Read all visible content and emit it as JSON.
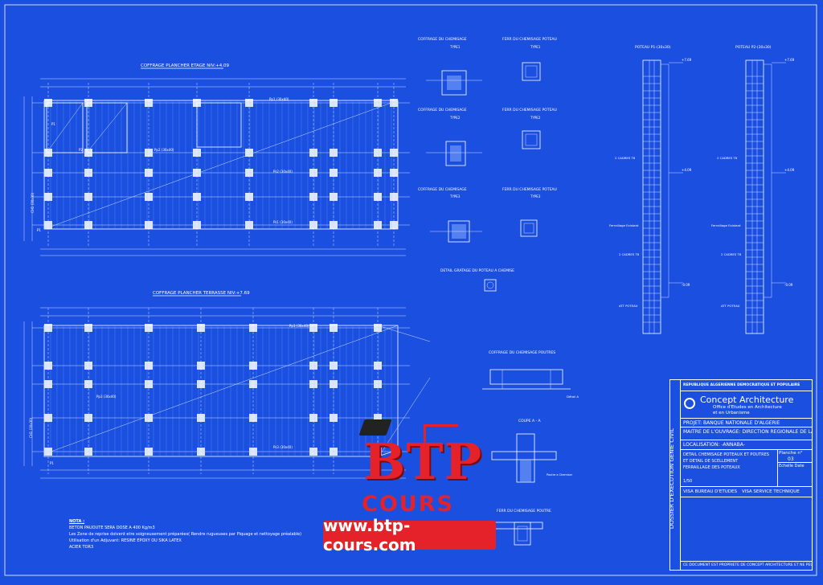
{
  "titles": {
    "plan_etage": "COFFRAGE PLANCHER ETAGE NIV:+4.09",
    "plan_terrasse": "COFFRAGE PLANCHER TERRASSE NIV:+7.69",
    "coffrage_chemisage": "COFFRAGE DU CHEMISAGE",
    "ferr_chemisage_poteau": "FERR DU CHEMISAGE POTEAU",
    "detail_gratage": "DETAIL GRATAGE DU POTEAU A CHEMISE",
    "poteau_p1": "POTEAU P1-(30x30)",
    "poteau_p2": "POTEAU P2-(30x30)",
    "coffrage_poutres": "COFFRAGE DU CHEMISAGE POUTRES",
    "coupe_aa": "COUPE A - A",
    "ferr_poutre": "FERR DU CHEMISAGE POUTRE"
  },
  "types": [
    "TYPE1",
    "TYPE2",
    "TYPE3"
  ],
  "plan_labels": {
    "p1": "P1",
    "p2": "P2",
    "pp1": "Pp1 (30x40)",
    "pp2": "Pp2 (30x40)",
    "ps1": "Ps1 (30x40)",
    "ps2": "Ps2 (30x40)",
    "pp3": "Pp3 (30x40)",
    "ps3": "Ps3 (30x40)",
    "ch": "CH1 (30x30)"
  },
  "poteau_labels": {
    "lvl_top": "+7.69",
    "lvl_mid": "+4.09",
    "lvl_bot": "-0.09",
    "cadres": "2 CADRES T8",
    "ferraillage": "Ferraillage Existant",
    "att": "ATT POTEAU"
  },
  "poutre_labels": {
    "detail_a": "Détail A",
    "poutre_chemise": "Poutre a Chemiser"
  },
  "title_block": {
    "republique": "REPUBLIQUE ALGERIENNE DEMOCRATIQUE ET POPULAIRE",
    "firm_name": "Concept Architecture",
    "firm_sub1": "Office d'Etudes en Architecture",
    "firm_sub2": "et en Urbanisme",
    "projet": "PROJET: BANQUE NATIONALE D'ALGERIE",
    "maitre": "MAITRE DE L'OUVRAGE: DIRECTION REGIONALE DE LA",
    "localisation": "LOCALISATION: -ANNABA-",
    "detail1": "DETAIL CHEMISAGE POTEAUX ET POUTRES",
    "detail2": "ET DETAIL DE SCELLEMENT",
    "detail3": "FERRAILLAGE DES POTEAUX",
    "planche_label": "Planche n°",
    "planche_no": "03",
    "echelle_label": "Echelle",
    "echelle": "1/50",
    "date_label": "Date",
    "visa1": "VISA BUREAU D'ETUDES",
    "visa2": "VISA SERVICE TECHNIQUE",
    "side_text": "DOSSIER D'EXECUTION  GENIE CIVIL",
    "footer": "CE DOCUMENT EST PROPRIETE DE CONCEPT ARCHITECTURE ET NE PEUT ETRE REPRODUIT"
  },
  "notes": {
    "title": "NOTA :",
    "items": [
      "BETON PAUOUTE SERA DOSE A 400 Kg/m3",
      "Les Zone de reprise doivent etre soigneusement préparées( Rendre rugueuses par Piquage et nettoyage préalable)",
      "Utilisation d'un Adjuvant: RESINE EPOXY OU SIKA LATEX",
      "ACIER TOR3"
    ]
  },
  "logo": {
    "btp": "BTP",
    "cours": "COURS",
    "url": "www.btp-cours.com"
  }
}
